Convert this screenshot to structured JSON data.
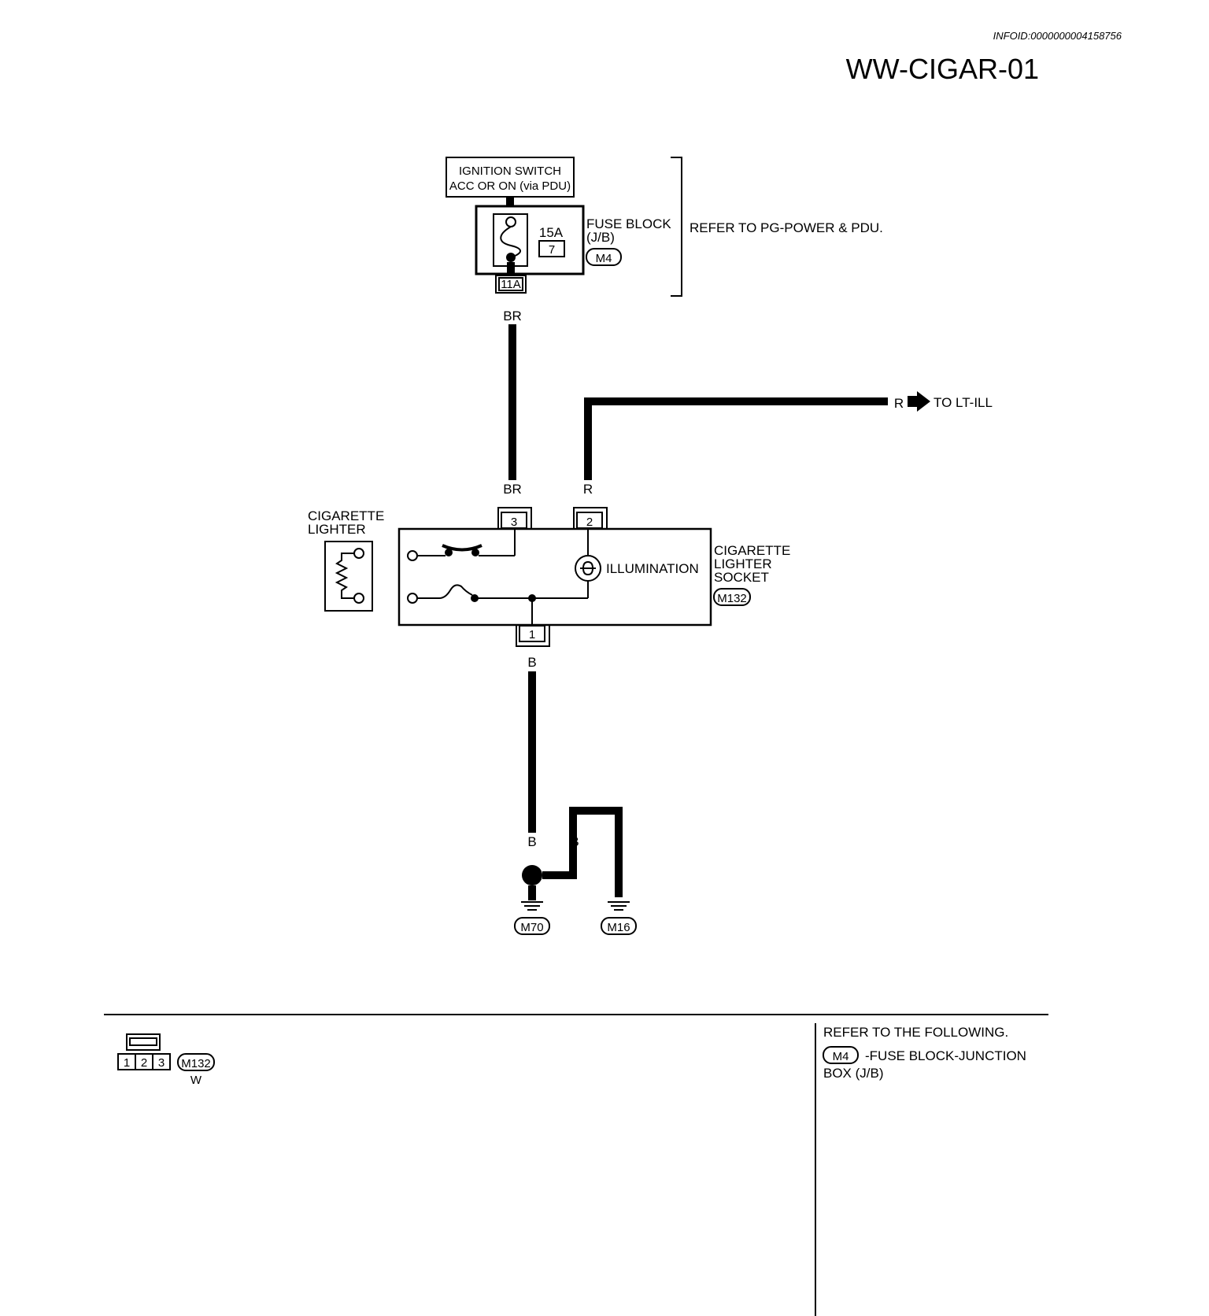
{
  "infoid": "INFOID:0000000004158756",
  "title": "WW-CIGAR-01",
  "ignition": {
    "line1": "IGNITION SWITCH",
    "line2": "ACC OR ON (via PDU)"
  },
  "fuse": {
    "rating": "15A",
    "number": "7",
    "block_line1": "FUSE BLOCK",
    "block_line2": "(J/B)",
    "connector": "M4",
    "terminal": "11A"
  },
  "refer_pg": "REFER TO PG-POWER & PDU.",
  "wires": {
    "br_top": "BR",
    "br_socket": "BR",
    "r_socket": "R",
    "r_right": "R",
    "b_socket": "B",
    "b_ground1": "B",
    "b_ground2": "B",
    "b_ground3": "B"
  },
  "to_lt_ill": "TO LT-ILL",
  "lighter": {
    "line1": "CIGARETTE",
    "line2": "LIGHTER"
  },
  "socket": {
    "line1": "CIGARETTE",
    "line2": "LIGHTER",
    "line3": "SOCKET",
    "connector": "M132",
    "pin3": "3",
    "pin2": "2",
    "pin1": "1",
    "illumination": "ILLUMINATION"
  },
  "grounds": {
    "g1": "M70",
    "g2": "M16"
  },
  "connector_legend": {
    "pins": [
      "1",
      "2",
      "3"
    ],
    "connector": "M132",
    "color": "W"
  },
  "refer_following": {
    "heading": "REFER TO THE FOLLOWING.",
    "connector": "M4",
    "desc1": "-FUSE BLOCK-JUNCTION",
    "desc2": "BOX (J/B)"
  }
}
